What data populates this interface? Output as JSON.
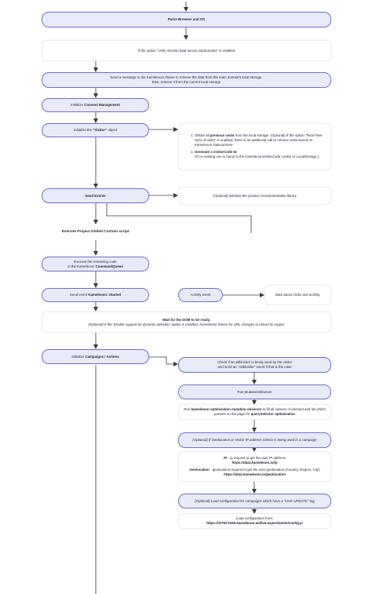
{
  "nodes": {
    "parse_browser": "Parse Browser and OS",
    "unify_session": "If the option \"Unify session data across subdomains\" is enabled",
    "send_message_l1": "Send a message to the Kameleoon Iframe to retrieve the data from the main domain's local storage.",
    "send_message_l2": "Else, retrieve it from the current local storage",
    "init_consent_prefix": "Initialize ",
    "init_consent_bold": "Consent Management",
    "init_visitor_prefix": "Initialize the ",
    "init_visitor_bold": "\"Visitor\"",
    "init_visitor_suffix": " object",
    "visitor_detail_1a": "Obtain all ",
    "visitor_detail_1b": "previous visits",
    "visitor_detail_1c": " from the local storage. (Optional) If the option \"Real-Time Sync of visits\" is enabled, there is an additional call to retrieve visits stored on Kameleoon Data servers",
    "visitor_detail_2a": "Generate a visitorCode ID",
    "visitor_detail_2b": "(If no existing one is found in the KameleoonVisitorCode cookie or LocalStorage.)",
    "send_events": "Send Events",
    "product_reco": "(Optional) Initialise the product recommendation library",
    "execute_global": "Execute Project Global Custom script",
    "remaining_code_l1": "Execute the remaining code",
    "remaining_code_l2a": "in the Kameleoon ",
    "remaining_code_l2b": "CommandQueue",
    "send_started_prefix": "Send event ",
    "send_started_bold": "Kameleoon::Started",
    "activity_event": "Activity event",
    "clicks_activity": "Data about clicks and activity.",
    "wait_dom_l1": "Wait for the DOM to be ready.",
    "wait_dom_l2": "(Optional) If the 'Enable support for dynamic websites' option is enabled, Kameleoon listens for URL changes to reload its engine",
    "init_campaigns_prefix": "Initialize ",
    "init_campaigns_bold": "Campaigns / Actions",
    "adblocker_l1": "Check if an adblocker is being used by the visitor",
    "adblocker_l2": "and send an \"Adblocker\" event if that is the case",
    "run_mutation": "Run MutationObserver",
    "mutation_detail_a": "Run ",
    "mutation_detail_b": "kameleoon-optimization mutation observer",
    "mutation_detail_c": " to fill all classes of element and ids which present on the page for ",
    "mutation_detail_d": "querySelector optimization",
    "geo_optional": "(Optional) If Geolocation or Visitor IP address criteria is being used in a campaign",
    "ip_a": "IP",
    "ip_b": " - ip request to get the user IP address",
    "ip_url": "https://data.kameleoon.io/ip",
    "geo_a": "Geolocation",
    "geo_b": " - geolocation request to get the user geolocation (Country, Region, City)",
    "geo_url": "https://data.kameleoon.io/geolocation",
    "live_update": "(Optional) Load configuration for campaigns which have a \"LIVE-UPDATE\" tag",
    "load_config_l1": "Load configuration from:",
    "load_config_url": "https://SITECODE.kameleoon.eu/live-experiments/config.js"
  },
  "colors": {
    "pill_fill": "#e9eaf8",
    "pill_border": "#6b6fcf",
    "card_border": "#ececf2",
    "arrow": "#3a3a3a"
  }
}
